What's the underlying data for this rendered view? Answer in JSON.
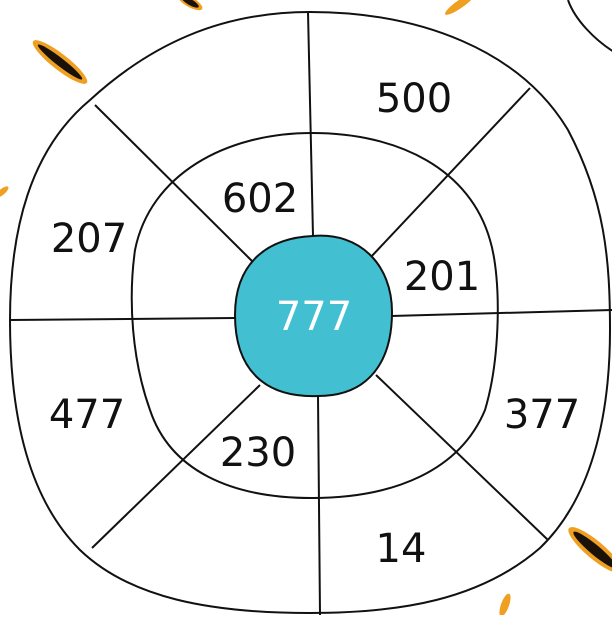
{
  "puzzle": {
    "center": {
      "value": "777",
      "color": "#42c0d2"
    },
    "inner_ring": [
      "602",
      "201",
      "230"
    ],
    "outer_ring": [
      "500",
      "207",
      "477",
      "377",
      "14"
    ],
    "background": "#ffffff",
    "line_color": "#111111",
    "decor": {
      "name": "flame-streak",
      "color": "#f0a020"
    }
  }
}
